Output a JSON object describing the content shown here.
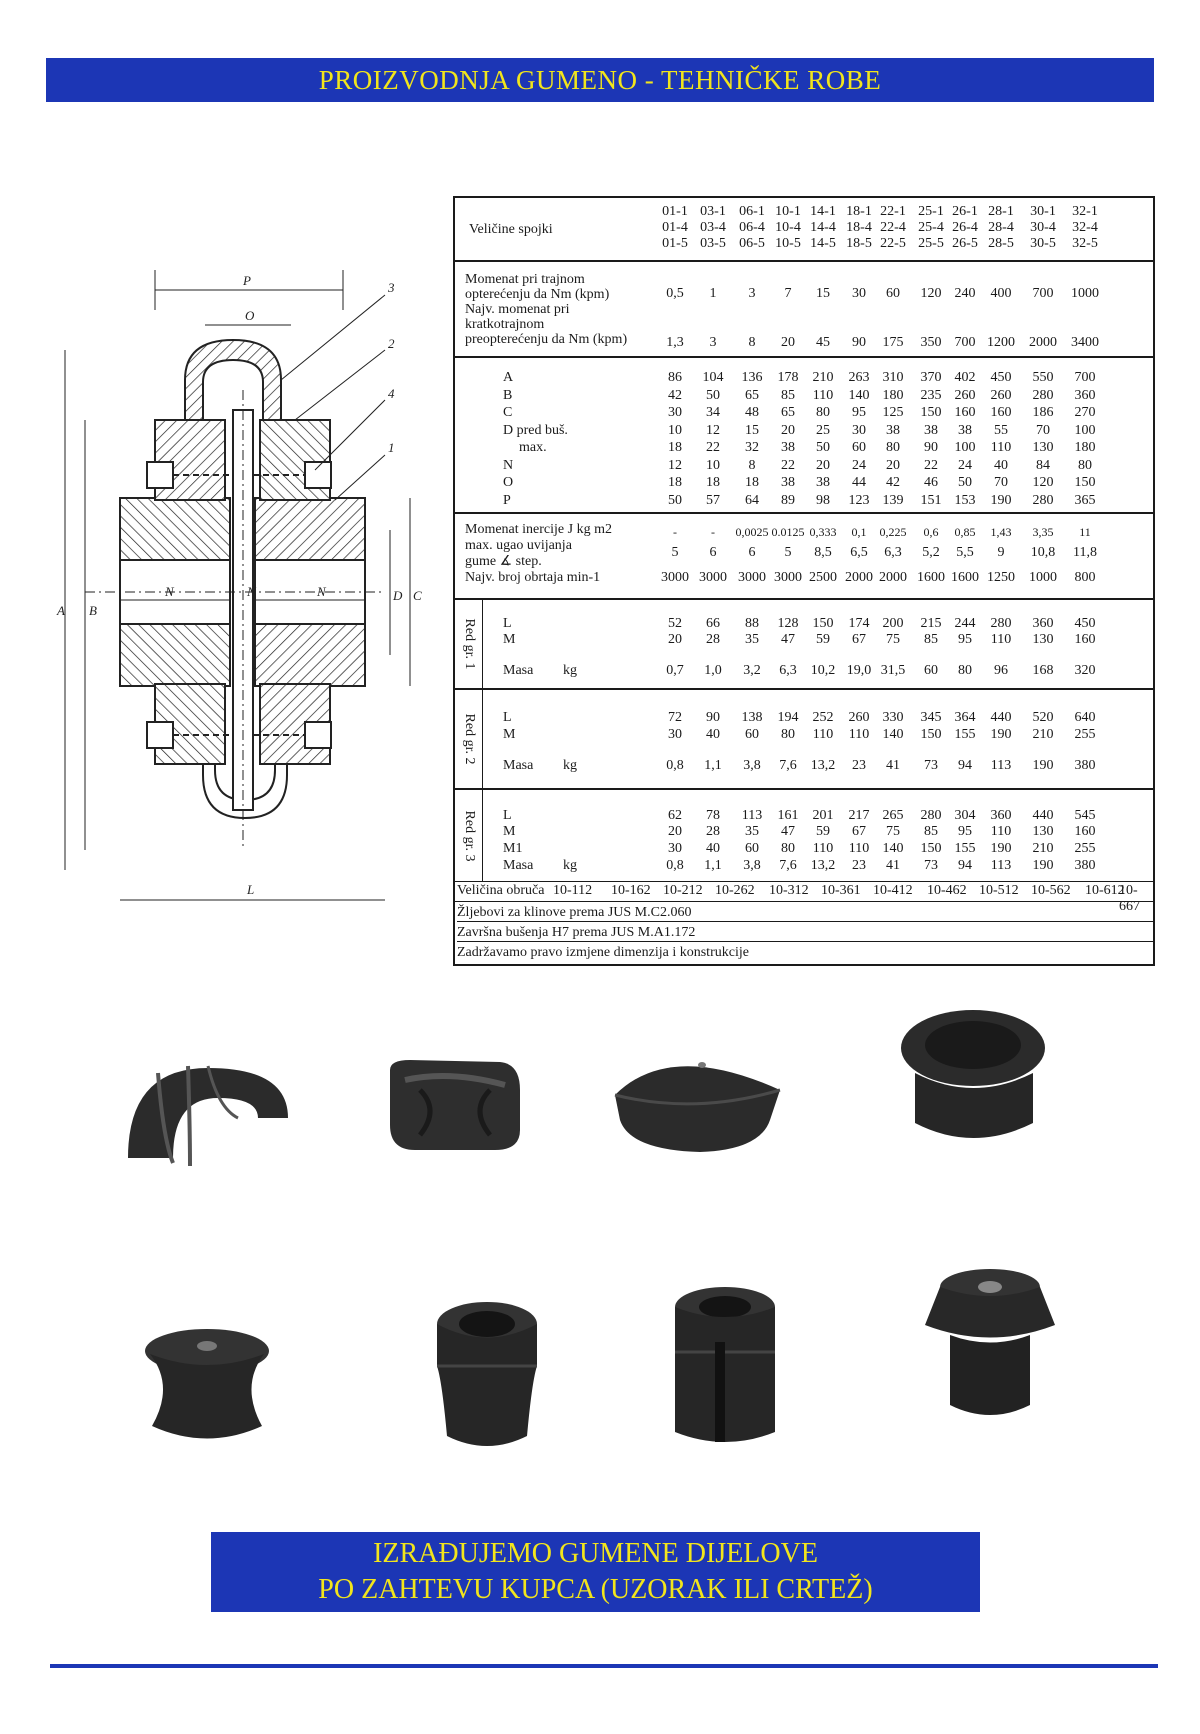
{
  "header": {
    "title": "PROIZVODNJA GUMENO - TEHNIČKE ROBE"
  },
  "drawing": {
    "callouts": [
      "3",
      "2",
      "4",
      "1"
    ],
    "dims": {
      "P": "P",
      "O": "O",
      "A": "A",
      "B": "B",
      "D": "D",
      "C": "C",
      "N1": "N",
      "N2": "N",
      "N3": "N",
      "L": "L"
    }
  },
  "table": {
    "sizes_label": "Veličine spojki",
    "sizes": [
      [
        "01-1",
        "01-4",
        "01-5"
      ],
      [
        "03-1",
        "03-4",
        "03-5"
      ],
      [
        "06-1",
        "06-4",
        "06-5"
      ],
      [
        "10-1",
        "10-4",
        "10-5"
      ],
      [
        "14-1",
        "14-4",
        "14-5"
      ],
      [
        "18-1",
        "18-4",
        "18-5"
      ],
      [
        "22-1",
        "22-4",
        "22-5"
      ],
      [
        "25-1",
        "25-4",
        "25-5"
      ],
      [
        "26-1",
        "26-4",
        "26-5"
      ],
      [
        "28-1",
        "28-4",
        "28-5"
      ],
      [
        "30-1",
        "30-4",
        "30-5"
      ],
      [
        "32-1",
        "32-4",
        "32-5"
      ]
    ],
    "moment": {
      "lbl1": "Momenat pri trajnom",
      "lbl2": "opterećenju da Nm (kpm)",
      "lbl3": "Najv. momenat pri",
      "lbl4": "kratkotrajnom",
      "lbl5": "preopterećenju da Nm (kpm)",
      "trajni": [
        "0,5",
        "1",
        "3",
        "7",
        "15",
        "30",
        "60",
        "120",
        "240",
        "400",
        "700",
        "1000"
      ],
      "kratki": [
        "1,3",
        "3",
        "8",
        "20",
        "45",
        "90",
        "175",
        "350",
        "700",
        "1200",
        "2000",
        "3400"
      ]
    },
    "dims": [
      {
        "label": "A",
        "values": [
          "86",
          "104",
          "136",
          "178",
          "210",
          "263",
          "310",
          "370",
          "402",
          "450",
          "550",
          "700"
        ]
      },
      {
        "label": "B",
        "values": [
          "42",
          "50",
          "65",
          "85",
          "110",
          "140",
          "180",
          "235",
          "260",
          "260",
          "280",
          "360"
        ]
      },
      {
        "label": "C",
        "values": [
          "30",
          "34",
          "48",
          "65",
          "80",
          "95",
          "125",
          "150",
          "160",
          "160",
          "186",
          "270"
        ]
      },
      {
        "label": "D pred buš.",
        "values": [
          "10",
          "12",
          "15",
          "20",
          "25",
          "30",
          "38",
          "38",
          "38",
          "55",
          "70",
          "100"
        ]
      },
      {
        "label": "max.",
        "values": [
          "18",
          "22",
          "32",
          "38",
          "50",
          "60",
          "80",
          "90",
          "100",
          "110",
          "130",
          "180"
        ]
      },
      {
        "label": "N",
        "values": [
          "12",
          "10",
          "8",
          "22",
          "20",
          "24",
          "20",
          "22",
          "24",
          "40",
          "84",
          "80"
        ]
      },
      {
        "label": "O",
        "values": [
          "18",
          "18",
          "18",
          "38",
          "38",
          "44",
          "42",
          "46",
          "50",
          "70",
          "120",
          "150"
        ]
      },
      {
        "label": "P",
        "values": [
          "50",
          "57",
          "64",
          "89",
          "98",
          "123",
          "139",
          "151",
          "153",
          "190",
          "280",
          "365"
        ]
      }
    ],
    "inertia": {
      "lbl1": "Momenat inercije J kg m2",
      "lbl2": "max. ugao uvijanja",
      "lbl3": "gume ∡ step.",
      "lbl4": "Najv. broj obrtaja min-1",
      "j": [
        "-",
        "-",
        "0,0025",
        "0.0125",
        "0,333",
        "0,1",
        "0,225",
        "0,6",
        "0,85",
        "1,43",
        "3,35",
        "11"
      ],
      "ugao": [
        "5",
        "6",
        "6",
        "5",
        "8,5",
        "6,5",
        "6,3",
        "5,2",
        "5,5",
        "9",
        "10,8",
        "11,8"
      ],
      "obrtaji": [
        "3000",
        "3000",
        "3000",
        "3000",
        "2500",
        "2000",
        "2000",
        "1600",
        "1600",
        "1250",
        "1000",
        "800"
      ]
    },
    "red1": {
      "title": "Red gr. 1",
      "L": [
        "52",
        "66",
        "88",
        "128",
        "150",
        "174",
        "200",
        "215",
        "244",
        "280",
        "360",
        "450"
      ],
      "M": [
        "20",
        "28",
        "35",
        "47",
        "59",
        "67",
        "75",
        "85",
        "95",
        "110",
        "130",
        "160"
      ],
      "masa": [
        "0,7",
        "1,0",
        "3,2",
        "6,3",
        "10,2",
        "19,0",
        "31,5",
        "60",
        "80",
        "96",
        "168",
        "320"
      ]
    },
    "red2": {
      "title": "Red gr. 2",
      "L": [
        "72",
        "90",
        "138",
        "194",
        "252",
        "260",
        "330",
        "345",
        "364",
        "440",
        "520",
        "640"
      ],
      "M": [
        "30",
        "40",
        "60",
        "80",
        "110",
        "110",
        "140",
        "150",
        "155",
        "190",
        "210",
        "255"
      ],
      "masa": [
        "0,8",
        "1,1",
        "3,8",
        "7,6",
        "13,2",
        "23",
        "41",
        "73",
        "94",
        "113",
        "190",
        "380"
      ]
    },
    "red3": {
      "title": "Red gr. 3",
      "L": [
        "62",
        "78",
        "113",
        "161",
        "201",
        "217",
        "265",
        "280",
        "304",
        "360",
        "440",
        "545"
      ],
      "M": [
        "20",
        "28",
        "35",
        "47",
        "59",
        "67",
        "75",
        "85",
        "95",
        "110",
        "130",
        "160"
      ],
      "M1": [
        "30",
        "40",
        "60",
        "80",
        "110",
        "110",
        "140",
        "150",
        "155",
        "190",
        "210",
        "255"
      ],
      "masa": [
        "0,8",
        "1,1",
        "3,8",
        "7,6",
        "13,2",
        "23",
        "41",
        "73",
        "94",
        "113",
        "190",
        "380"
      ]
    },
    "row_labels": {
      "L": "L",
      "M": "M",
      "M1": "M1",
      "masa": "Masa",
      "kg": "kg"
    },
    "obruc": {
      "label": "Veličina obruča",
      "values": [
        "10-112",
        "10-162",
        "10-212",
        "10-262",
        "10-312",
        "10-361",
        "10-412",
        "10-462",
        "10-512",
        "10-562",
        "10-612",
        "10-667"
      ]
    },
    "notes": [
      "Žljebovi za klinove prema JUS M.C2.060",
      "Završna bušenja H7 prema JUS M.A1.172",
      "Zadržavamo pravo izmjene dimenzija i konstrukcije"
    ]
  },
  "banner": {
    "line1": "IZRAĐUJEMO GUMENE DIJELOVE",
    "line2": "PO ZAHTEVU KUPCA (UZORAK ILI CRTEŽ)"
  }
}
